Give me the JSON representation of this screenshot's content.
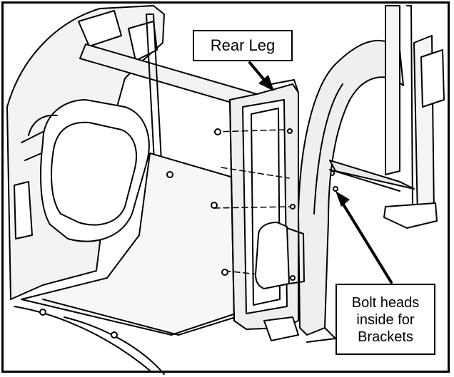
{
  "callouts": {
    "rear_leg": "Rear Leg",
    "bolt_heads": [
      "Bolt heads",
      "inside for",
      "Brackets"
    ]
  },
  "colors": {
    "line": "#000000",
    "shade": "#e6e6e6",
    "background": "#ffffff"
  }
}
